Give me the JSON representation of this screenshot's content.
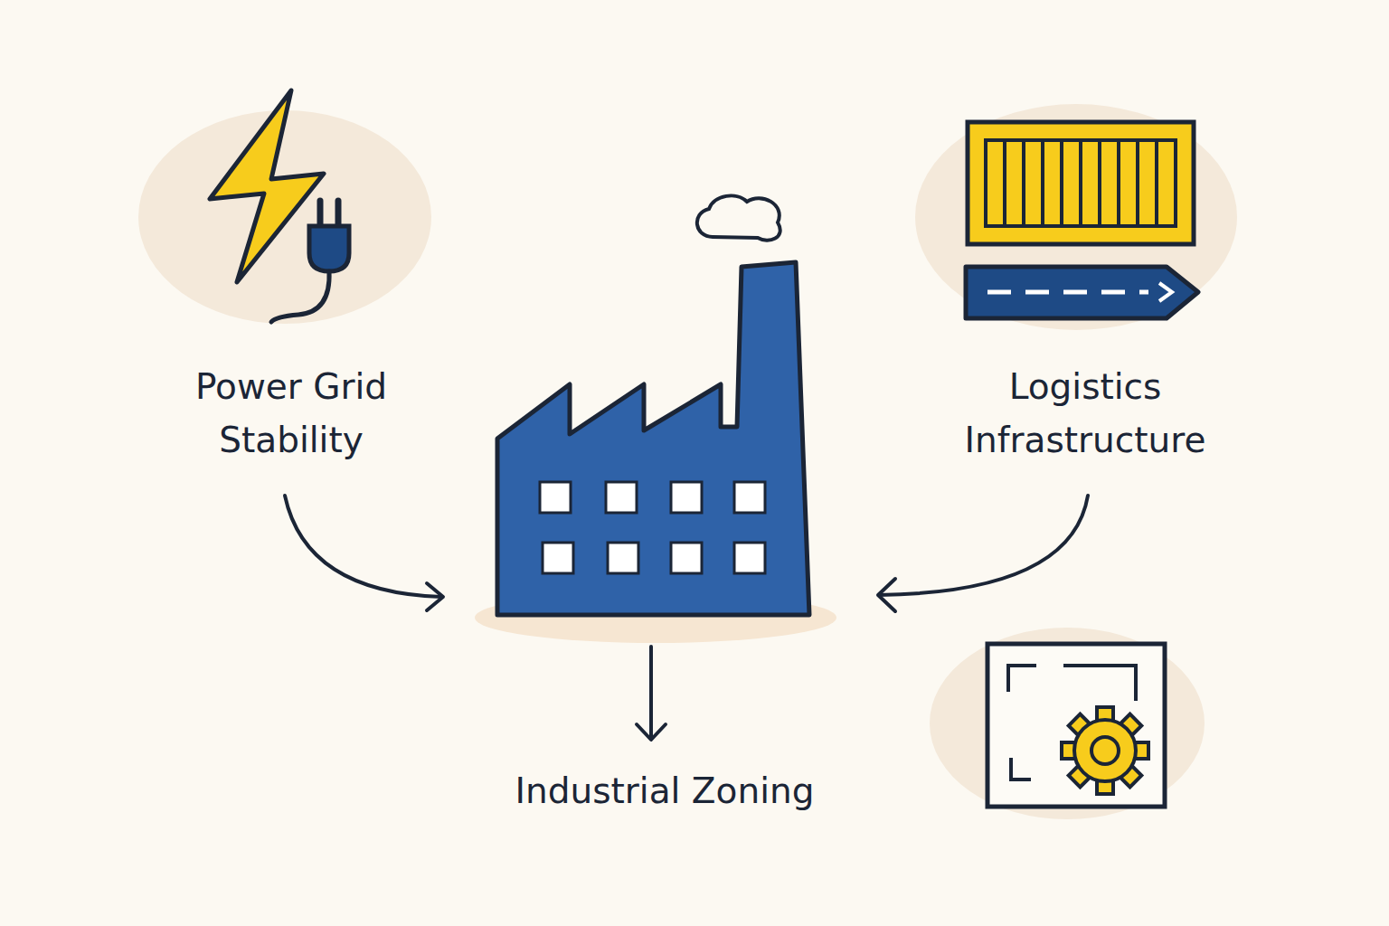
{
  "diagram": {
    "nodes": [
      {
        "text": [
          "Power Grid Stability"
        ]
      },
      {
        "text": [
          "Logistics Infrastructure"
        ]
      },
      {
        "text": [
          "Industrial Zoning"
        ]
      }
    ]
  }
}
